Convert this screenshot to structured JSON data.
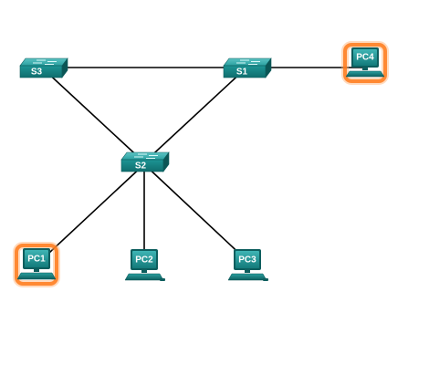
{
  "diagram": {
    "switches": [
      {
        "id": "s1",
        "label": "S1"
      },
      {
        "id": "s2",
        "label": "S2"
      },
      {
        "id": "s3",
        "label": "S3"
      }
    ],
    "pcs": [
      {
        "id": "pc1",
        "label": "PC1",
        "highlighted": true
      },
      {
        "id": "pc2",
        "label": "PC2",
        "highlighted": false
      },
      {
        "id": "pc3",
        "label": "PC3",
        "highlighted": false
      },
      {
        "id": "pc4",
        "label": "PC4",
        "highlighted": true
      }
    ],
    "links": [
      {
        "from": "S3",
        "to": "S1"
      },
      {
        "from": "S1",
        "to": "PC4"
      },
      {
        "from": "S3",
        "to": "S2"
      },
      {
        "from": "S1",
        "to": "S2"
      },
      {
        "from": "S2",
        "to": "PC1"
      },
      {
        "from": "S2",
        "to": "PC2"
      },
      {
        "from": "S2",
        "to": "PC3"
      }
    ],
    "colors": {
      "device_teal": "#1a8f8f",
      "device_dark": "#0d5e5e",
      "highlight": "#ff7a1a"
    }
  }
}
